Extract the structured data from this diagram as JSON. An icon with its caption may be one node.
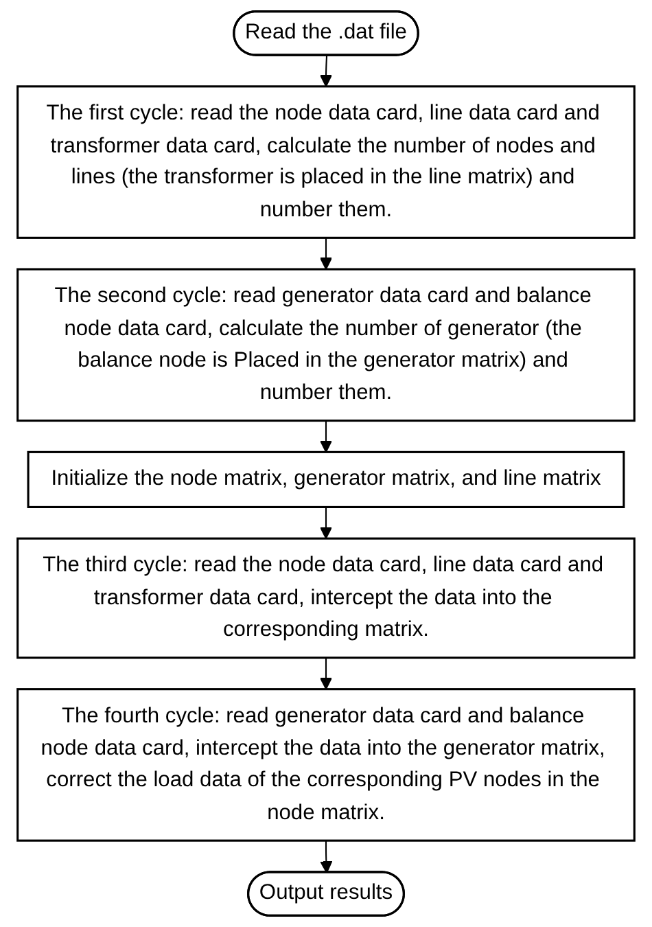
{
  "diagram": {
    "nodes": [
      {
        "text": [
          "Read the .dat file"
        ]
      },
      {
        "text": [
          "The first cycle: read the node data card, line data card and transformer data card, calculate the number of nodes and lines (the transformer is placed in the line matrix) and number them."
        ]
      },
      {
        "text": [
          "The second cycle: read generator data card and balance node data card, calculate the number of generator (the balance node is Placed in the generator matrix) and number them."
        ]
      },
      {
        "text": [
          "Initialize the node matrix, generator matrix, and line matrix"
        ]
      },
      {
        "text": [
          "The third cycle: read the node data card, line data card and transformer data card, intercept the data into the corresponding matrix."
        ]
      },
      {
        "text": [
          "The fourth cycle: read generator data card and balance node data card, intercept the data into the generator matrix, correct the load data of the corresponding PV nodes in the node matrix."
        ]
      },
      {
        "text": [
          "Output results"
        ]
      }
    ],
    "edges": [
      {
        "from": 0,
        "to": 1,
        "arrow": "to"
      },
      {
        "from": 1,
        "to": 2,
        "arrow": "to"
      },
      {
        "from": 2,
        "to": 3,
        "arrow": "to"
      },
      {
        "from": 3,
        "to": 4,
        "arrow": "to"
      },
      {
        "from": 4,
        "to": 5,
        "arrow": "to"
      },
      {
        "from": 5,
        "to": 6,
        "arrow": "to"
      }
    ]
  }
}
